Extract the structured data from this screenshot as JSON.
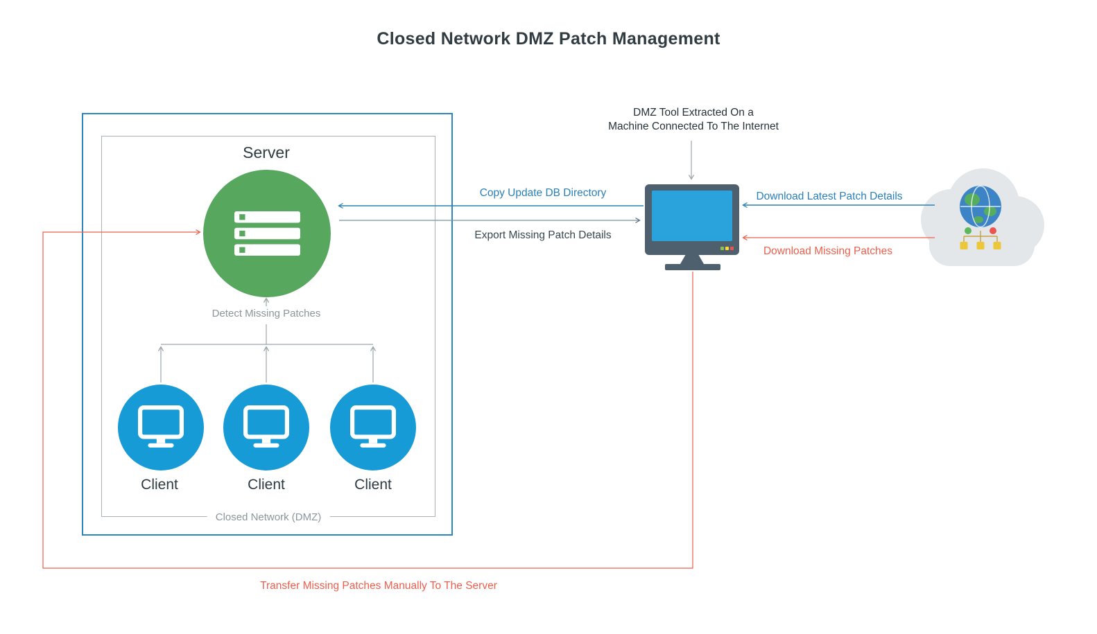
{
  "title": "Closed Network DMZ Patch Management",
  "closed_network": {
    "boundary_label": "Closed Network (DMZ)",
    "server": {
      "label": "Server"
    },
    "detect_label": "Detect Missing Patches",
    "clients": [
      {
        "label": "Client"
      },
      {
        "label": "Client"
      },
      {
        "label": "Client"
      }
    ]
  },
  "dmz_machine": {
    "caption": "DMZ Tool Extracted On a\nMachine Connected To The Internet"
  },
  "flows": {
    "copy_update_db": "Copy Update DB Directory",
    "export_missing": "Export Missing Patch Details",
    "download_latest": "Download Latest Patch Details",
    "download_missing": "Download Missing Patches",
    "transfer_manual": "Transfer Missing Patches Manually To The Server"
  },
  "colors": {
    "blue_accent": "#2980b9",
    "red_accent": "#ed5f4c",
    "green_server": "#58a75f",
    "blue_client": "#179bd7",
    "monitor_frame": "#4e5f6d",
    "monitor_screen": "#2aa3dc",
    "cloud": "#e3e7ea",
    "line_gray": "#9aa5aa",
    "text_dark": "#2d3a42"
  }
}
